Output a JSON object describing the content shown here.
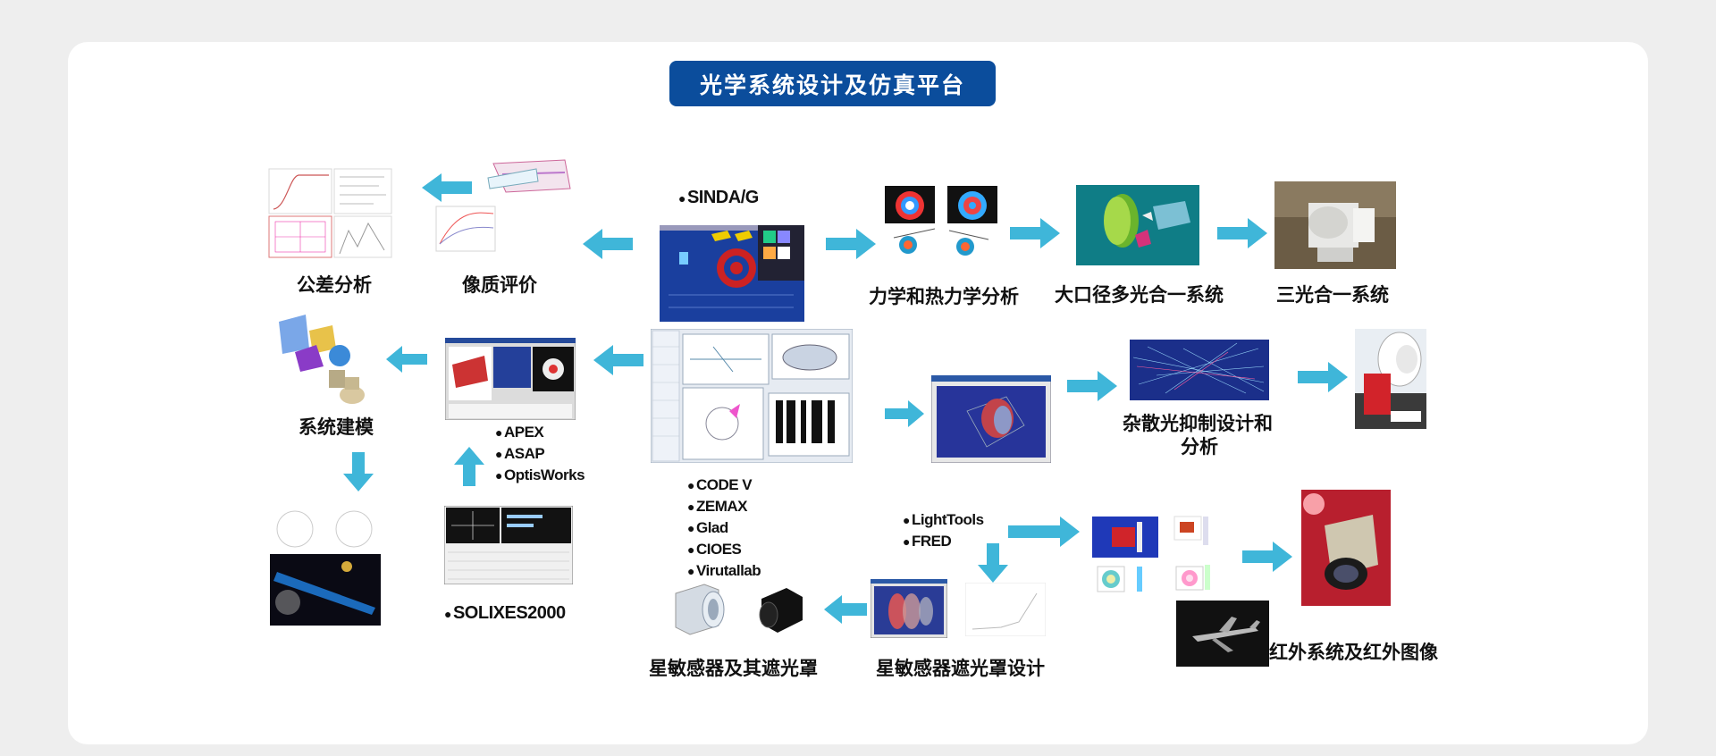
{
  "title": "光学系统设计及仿真平台",
  "colors": {
    "title_bg": "#0b4d9c",
    "arrow": "#3fb6d9",
    "screen_blue": "#1a3f9e"
  },
  "labels": {
    "tolerance": "公差分析",
    "image_quality": "像质评价",
    "mech_thermal": "力学和热力学分析",
    "large_aperture": "大口径多光合一系统",
    "three_light": "三光合一系统",
    "system_model": "系统建模",
    "stray_light_1": "杂散光抑制设计和",
    "stray_light_2": "分析",
    "star_sensor": "星敏感器及其遮光罩",
    "star_sensor_hood": "星敏感器遮光罩设计",
    "infrared": "红外系统及红外图像"
  },
  "software": {
    "thermal": [
      "SINDA/G"
    ],
    "analysis": [
      "APEX",
      "ASAP",
      "OptisWorks"
    ],
    "solid": [
      "SOLIXES2000"
    ],
    "design": [
      "CODE V",
      "ZEMAX",
      "Glad",
      "CIOES",
      "Virutallab"
    ],
    "lighting": [
      "LightTools",
      "FRED"
    ]
  },
  "icons": {
    "arrow": "arrow-icon",
    "screenshot": "software-screenshot",
    "photo": "system-photo"
  }
}
